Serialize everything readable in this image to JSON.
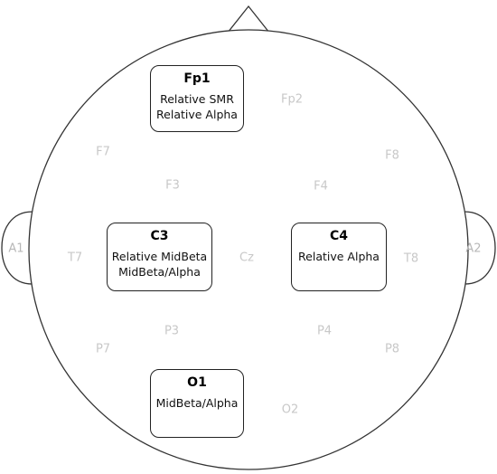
{
  "electrodes": {
    "fp2": "Fp2",
    "f7": "F7",
    "f8": "F8",
    "f3": "F3",
    "f4": "F4",
    "t7": "T7",
    "cz": "Cz",
    "t8": "T8",
    "p3": "P3",
    "p4": "P4",
    "p7": "P7",
    "p8": "P8",
    "o2": "O2"
  },
  "ears": {
    "left": "A1",
    "right": "A2"
  },
  "boxes": {
    "fp1": {
      "title": "Fp1",
      "lines": [
        "Relative SMR",
        "Relative Alpha"
      ]
    },
    "c3": {
      "title": "C3",
      "lines": [
        "Relative MidBeta",
        "MidBeta/Alpha"
      ]
    },
    "c4": {
      "title": "C4",
      "lines": [
        "Relative Alpha"
      ]
    },
    "o1": {
      "title": "O1",
      "lines": [
        "MidBeta/Alpha"
      ]
    }
  }
}
